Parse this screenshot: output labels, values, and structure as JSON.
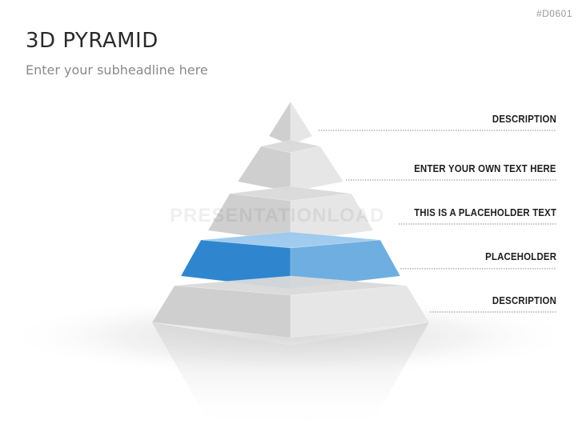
{
  "slide_id": "#D0601",
  "title": "3D PYRAMID",
  "subtitle": "Enter your subheadline here",
  "watermark": "PRESENTATIONLOAD",
  "levels": [
    {
      "label": "DESCRIPTION",
      "highlighted": false
    },
    {
      "label": "ENTER YOUR OWN TEXT HERE",
      "highlighted": false
    },
    {
      "label": "THIS IS A PLACEHOLDER TEXT",
      "highlighted": false
    },
    {
      "label": "PLACEHOLDER",
      "highlighted": true
    },
    {
      "label": "DESCRIPTION",
      "highlighted": false
    }
  ],
  "colors": {
    "gray_left": "#cfcfcf",
    "gray_right": "#e6e6e6",
    "gray_top": "#d9d9d9",
    "blue_left": "#2f86cf",
    "blue_right": "#6faee0",
    "blue_top": "#9cc8ee",
    "leader": "#8a8a8a"
  }
}
